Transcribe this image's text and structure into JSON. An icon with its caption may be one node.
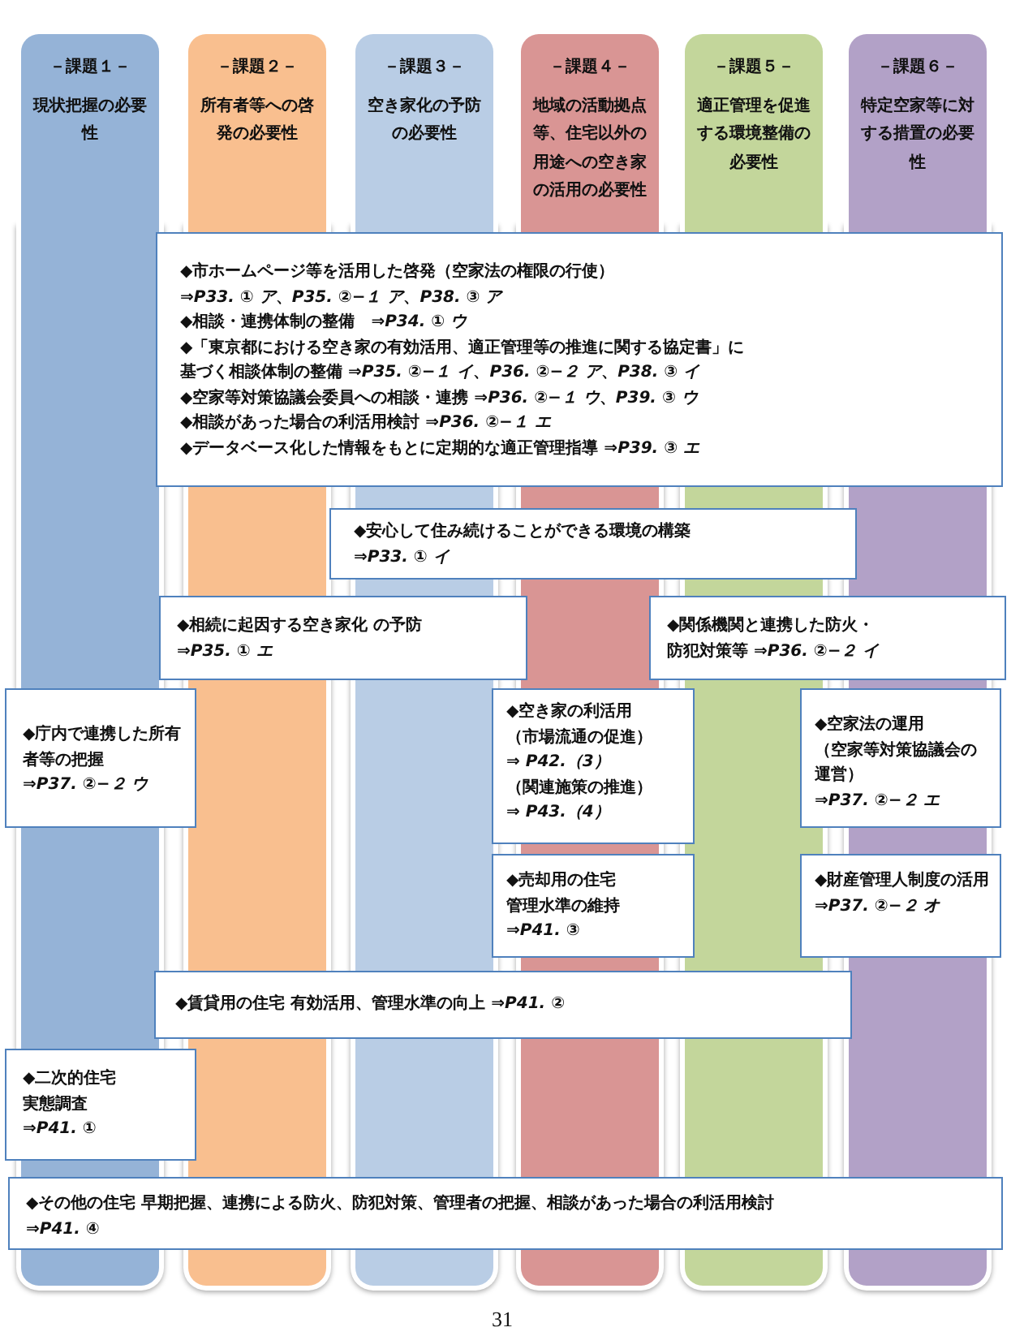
{
  "diagram": {
    "nodes": [
      {
        "text": [
          "－課題１－",
          "現状把握の必要性"
        ]
      },
      {
        "text": [
          "－課題２－",
          "所有者等への啓発の必要性"
        ]
      },
      {
        "text": [
          "－課題３－",
          "空き家化の予防の必要性"
        ]
      },
      {
        "text": [
          "－課題４－",
          "地域の活動拠点等、住宅以外の用途への空き家の活用の必要性"
        ]
      },
      {
        "text": [
          "－課題５－",
          "適正管理を促進する環境整備の必要性"
        ]
      },
      {
        "text": [
          "－課題６－",
          "特定空家等に対する措置の必要性"
        ]
      },
      {
        "text": [
          "◆市ホームページ等を活用した啓発（空家法の権限の行使）",
          "⇒*P33. ① ア*、*P35. ②−１ ア*、*P38. ③ ア*",
          "◆相談・連携体制の整備　⇒*P34. ① ウ*",
          "◆「東京都における空き家の有効活用、適正管理等の推進に関する協定書」に",
          "基づく相談体制の整備 ⇒*P35. ②−１ イ*、*P36. ②−２ ア*、*P38. ③ イ*",
          "◆空家等対策協議会委員への相談・連携 ⇒*P36. ②−１ ウ*、*P39. ③ ウ*",
          "◆相談があった場合の利活用検討 ⇒*P36. ②−１ エ*",
          "◆データベース化した情報をもとに定期的な適正管理指導 ⇒*P39. ③ エ*"
        ]
      },
      {
        "text": [
          "◆安心して住み続けることができる環境の構築",
          "⇒*P33. ① イ*"
        ]
      },
      {
        "text": [
          "◆相続に起因する空き家化 の予防",
          "⇒*P35. ① エ*"
        ]
      },
      {
        "text": [
          "◆関係機関と連携した防火・",
          "防犯対策等 ⇒*P36. ②−２ イ*"
        ]
      },
      {
        "text": [
          "◆庁内で連携した所有者等の把握",
          "⇒*P37. ②−２ ウ*"
        ]
      },
      {
        "text": [
          "◆空き家の利活用",
          "（市場流通の促進）",
          "⇒ *P42.（3）*",
          "（関連施策の推進）",
          "⇒ *P43.（4）*"
        ]
      },
      {
        "text": [
          "◆空家法の運用",
          "（空家等対策協議会の運営）",
          "⇒*P37. ②−２ エ*"
        ]
      },
      {
        "text": [
          "◆**売却用の住宅**",
          "管理水準の維持",
          "⇒*P41. ③*"
        ]
      },
      {
        "text": [
          "◆財産管理人制度の活用",
          "⇒*P37. ②−２ オ*"
        ]
      },
      {
        "text": [
          "◆**賃貸用の住宅** 有効活用、管理水準の向上 ⇒*P41. ②*"
        ]
      },
      {
        "text": [
          "◆**二次的住宅**",
          "実態調査",
          "⇒*P41. ①*"
        ]
      },
      {
        "text": [
          "◆**その他の住宅** 早期把握、連携による防火、防犯対策、管理者の把握、相談があった場合の利活用検討",
          "⇒*P41. ④*"
        ]
      }
    ],
    "labels": [
      "31"
    ]
  }
}
